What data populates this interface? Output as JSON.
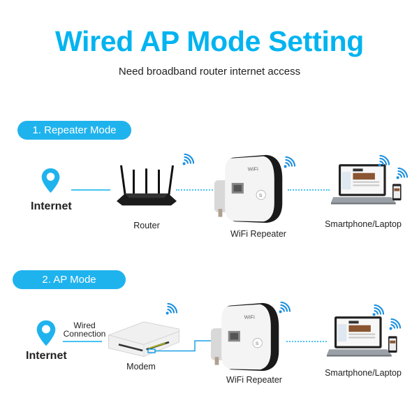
{
  "header": {
    "title": "Wired AP Mode Setting",
    "subtitle": "Need broadband router internet access"
  },
  "colors": {
    "accent": "#00b4f0",
    "pill": "#1fb3ee",
    "line": "#46c3f0",
    "text": "#222222"
  },
  "sections": [
    {
      "pill_label": "1. Repeater Mode",
      "internet_label": "Internet",
      "devices": [
        {
          "icon": "router-icon",
          "label": "Router"
        },
        {
          "icon": "wifi-repeater-icon",
          "label": "WiFi Repeater"
        },
        {
          "icon": "laptop-smartphone-icon",
          "label": "Smartphone/Laptop"
        }
      ]
    },
    {
      "pill_label": "2. AP Mode",
      "internet_label": "Internet",
      "connection_label_line1": "Wired",
      "connection_label_line2": "Connection",
      "devices": [
        {
          "icon": "modem-icon",
          "label": "Modem"
        },
        {
          "icon": "wifi-repeater-icon",
          "label": "WiFi Repeater"
        },
        {
          "icon": "laptop-smartphone-icon",
          "label": "Smartphone/Laptop"
        }
      ]
    }
  ]
}
